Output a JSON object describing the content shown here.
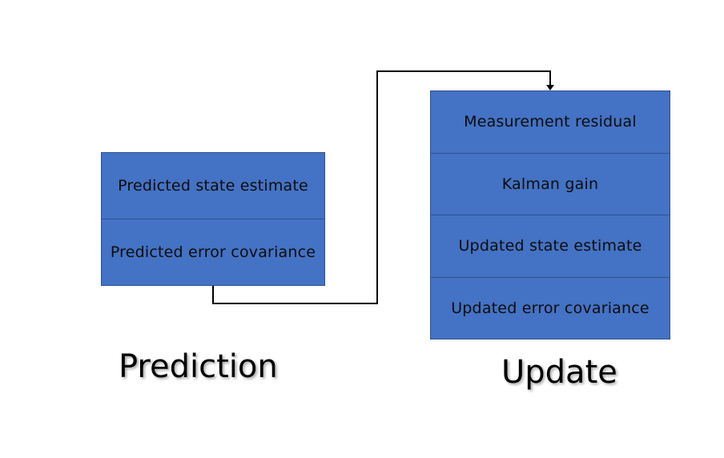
{
  "prediction": {
    "title": "Prediction",
    "rows": [
      {
        "label": "Predicted state estimate"
      },
      {
        "label": "Predicted error covariance"
      }
    ]
  },
  "update": {
    "title": "Update",
    "rows": [
      {
        "label": "Measurement residual"
      },
      {
        "label": "Kalman gain"
      },
      {
        "label": "Updated state estimate"
      },
      {
        "label": "Updated error covariance"
      }
    ]
  },
  "colors": {
    "block_fill": "#4472c4",
    "block_border": "#2f528f",
    "connector": "#000000"
  }
}
